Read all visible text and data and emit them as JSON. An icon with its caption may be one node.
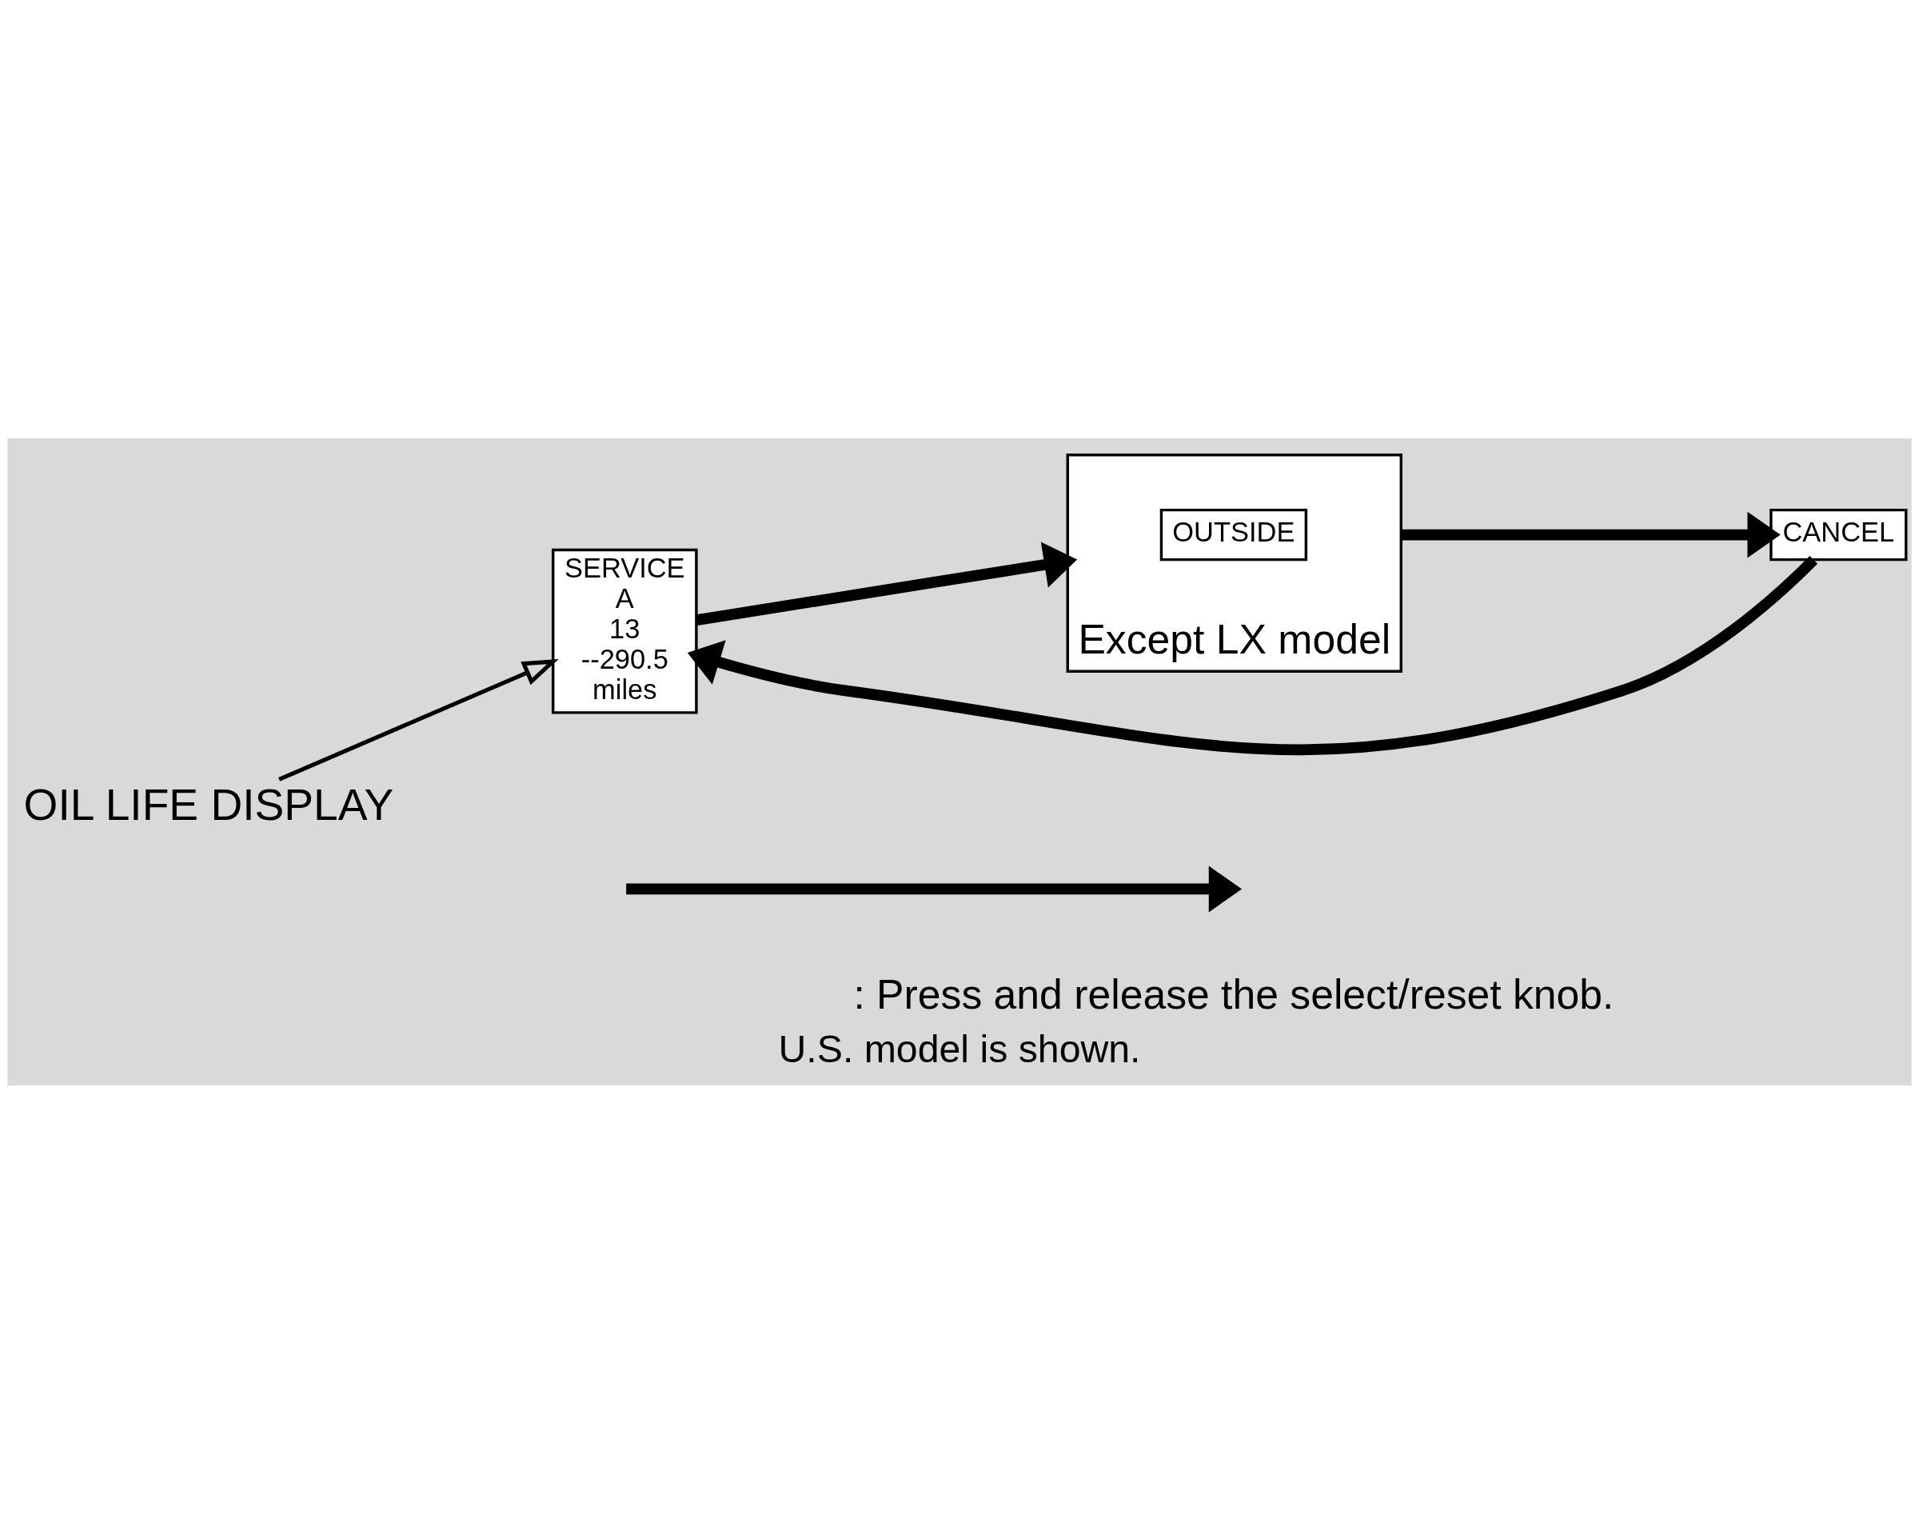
{
  "diagram": {
    "caption": "U.S. model is shown.",
    "nodes": [
      {
        "text": [
          "SERVICE",
          "A",
          "13",
          "--290.5",
          "miles"
        ]
      },
      {
        "text": [],
        "shape": "box",
        "beside": [
          "Except LX model"
        ]
      },
      {
        "text": [
          "OUTSIDE"
        ],
        "in": 1
      },
      {
        "text": [
          "CANCEL"
        ]
      },
      {
        "text": [
          "OIL LIFE DISPLAY"
        ]
      }
    ],
    "edges": [
      {
        "from": 0,
        "to": 1,
        "arrow": "to"
      },
      {
        "from": 1,
        "to": 3,
        "arrow": "to"
      },
      {
        "from": 3,
        "to": 0,
        "arrow": "to"
      },
      {
        "from": 4,
        "to": 0,
        "arrow": "to"
      }
    ],
    "legend": [
      {
        "text": ": Press and release the select/reset knob."
      }
    ]
  }
}
